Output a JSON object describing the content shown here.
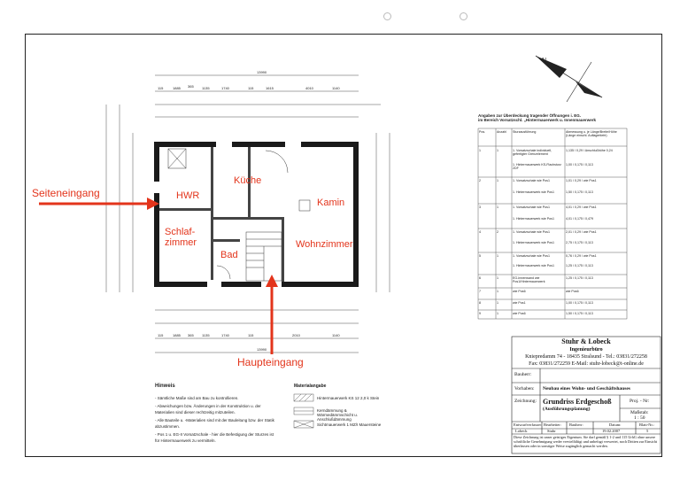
{
  "annotations": {
    "seiteneingang": "Seiteneingang",
    "haupteingang": "Haupteingang"
  },
  "rooms": {
    "hwr": "HWR",
    "kueche": "Küche",
    "kamin": "Kamin",
    "schlafzimmer_1": "Schlaf-",
    "schlafzimmer_2": "zimmer",
    "bad": "Bad",
    "wohnzimmer": "Wohnzimmer"
  },
  "dimensions": {
    "top_total": "13990",
    "top_row": [
      "115",
      "1885",
      "365",
      "1135",
      "1740",
      "115",
      "1615",
      "4010",
      "1140"
    ],
    "bottom_total": "13990",
    "bottom_row": [
      "115",
      "1885",
      "365",
      "1135",
      "1740",
      "115",
      "2010",
      "1140"
    ]
  },
  "table": {
    "title_1": "Angaben zur Überdeckung tragender Öffnungen i. EG.",
    "title_2": "im Bereich Vorsatzschl. „Hintermauerwerk u. Innenmauerwerk",
    "headers": [
      "Pos.",
      "Anzahl",
      "Sturzausführung",
      "Abmessung u. je Länge/Breite/Höhe (Länge einschl. Auflagertiefe)"
    ],
    "rows": [
      [
        "1",
        "1",
        "1. Vorsatzschale individuell, gefertigter Grenzelement",
        "1,135 / 0,29 / Anschlußhöhe 0,24"
      ],
      [
        "",
        "",
        "1. Hintermauerwerk KS-Flachsturz 2DF",
        "1,00 / 0,175 / 0,113"
      ],
      [
        "2",
        "1",
        "1. Vorsatzschale wie Pos1",
        "1,01 / 0,29 / wie Pos1"
      ],
      [
        "",
        "",
        "1. Hintermauerwerk wie Pos1",
        "1,50 / 0,175 / 0,113"
      ],
      [
        "3",
        "1",
        "1. Vorsatzschale wie Pos1",
        "4,01 / 0,29 / wie Pos1"
      ],
      [
        "",
        "",
        "1. Hintermauerwerk wie Pos1",
        "4,01 / 0,175 / 0,479"
      ],
      [
        "4",
        "2",
        "1. Vorsatzschale wie Pos1",
        "2,01 / 0,29 / wie Pos1"
      ],
      [
        "",
        "",
        "1. Hintermauerwerk wie Pos1",
        "2,75 / 0,175 / 0,113"
      ],
      [
        "5",
        "1",
        "1. Vorsatzschale wie Pos1",
        "0,76 / 0,29 / wie Pos1"
      ],
      [
        "",
        "",
        "1. Hintermauerwerk wie Pos1",
        "1,25 / 0,175 / 0,113"
      ],
      [
        "6",
        "1",
        "EG-Innenwand wie Pos1/Hintermauerwerk",
        "1,25 / 0,175 / 0,113"
      ],
      [
        "7",
        "1",
        "wie Pos6",
        "wie Pos6"
      ],
      [
        "8",
        "1",
        "wie Pos1",
        "1,00 / 0,175 / 0,113"
      ],
      [
        "9",
        "1",
        "wie Pos6",
        "1,50 / 0,175 / 0,113"
      ]
    ]
  },
  "titleblock": {
    "firm": "Stuhr & Lobeck",
    "firm_sub": "Ingenieurbüro",
    "address": "Kniepredamm 74 - 18435 Stralsund - Tel.: 03831/272258",
    "contact": "Fax: 03831/272259  E-Mail: stuhr-lobeck@t-online.de",
    "bauherr_label": "Bauherr:",
    "vorhaben_label": "Vorhaben:",
    "vorhaben": "Neubau eines Wohn- und Geschäftshauses",
    "zeichnung_label": "Zeichnung:",
    "zeichnung": "Grundriss Erdgeschoß",
    "zeichnung_sub": "(Ausführungsplanung)",
    "proj_label": "Proj. - Nr:",
    "massstab_label": "Maßstab:",
    "massstab": "1 : 50",
    "entwurf_label": "Entwurfverfasser:",
    "bearbeiter_label": "Bearbeiter:",
    "bauherr2_label": "Bauherr:",
    "datum_label": "Datum:",
    "blatt_label": "Blatt-Nr.:",
    "entwurf": "Lobeck",
    "bearbeiter": "Stuhr",
    "datum": "19.02.2007",
    "blatt": "5",
    "copyright": "Diese Zeichnung ist unser geistiges Eigentum. Sie darf gemäß § 1-2 und 115 UrhG ohne unsere schriftliche Genehmigung weder vervielfältigt und unbefugt verwertet, noch Dritten zur Einsicht überlassen oder in sonstiger Weise zugänglich gemacht werden."
  },
  "notes": {
    "hinweis_title": "Hinweis",
    "hinweis_lines": [
      "- Sämtliche Maße sind am Bau zu kontrollieren.",
      "- Abweichungen bzw. Änderungen in der Konstruktion u. der Materialien sind dieser rechtzeitig mitzuteilen.",
      "- Alle Bauteile u. -Materialien sind mit der Bauleitung bzw. der Statik abzustimmen.",
      "- Pos 1 u. EG-II Vorsatzschale - hier die Befestigung der Sturzes ist für Hintermauerwerk zu vermitteln."
    ],
    "material_title": "Materialangabe",
    "material_lines": [
      "Hintermauerwerk KS 12 2,0 k Stein",
      "Kerndämmung & Wärmedämmschicht u. Anschlußdämmung",
      "Sichtmauerwerk 1 MZ/I Mauersteine"
    ]
  },
  "colors": {
    "annotation": "#e3341b",
    "wall": "#1a1a1a"
  }
}
